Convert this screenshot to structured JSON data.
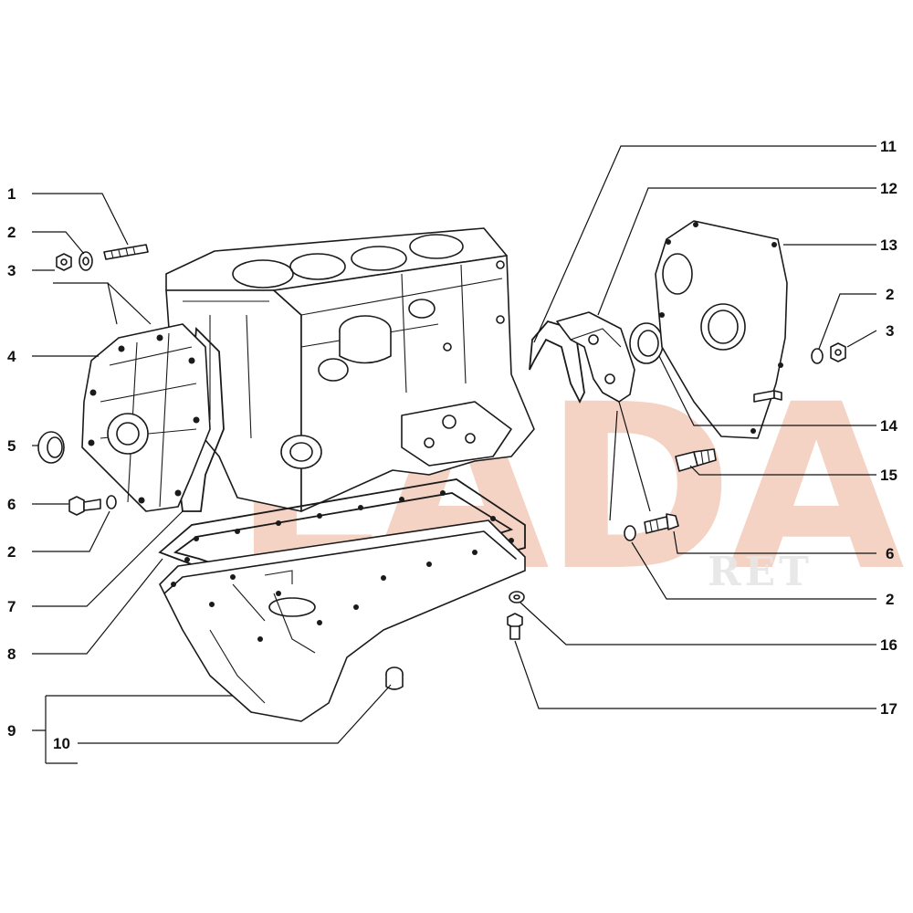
{
  "callouts": {
    "c1": "1",
    "c2a": "2",
    "c3a": "3",
    "c4": "4",
    "c5": "5",
    "c6a": "6",
    "c2b": "2",
    "c7": "7",
    "c8": "8",
    "c9": "9",
    "c10": "10",
    "c11": "11",
    "c12": "12",
    "c13": "13",
    "c2c": "2",
    "c3b": "3",
    "c14": "14",
    "c15": "15",
    "c6b": "6",
    "c2d": "2",
    "c16": "16",
    "c17": "17"
  },
  "watermark": {
    "brand": "LADA",
    "suffix": "RET",
    "color": "#f2c7b5"
  },
  "icons": [
    "engine-block-drawing",
    "front-cover-drawing",
    "oil-pan-drawing",
    "rear-cover-drawing"
  ]
}
